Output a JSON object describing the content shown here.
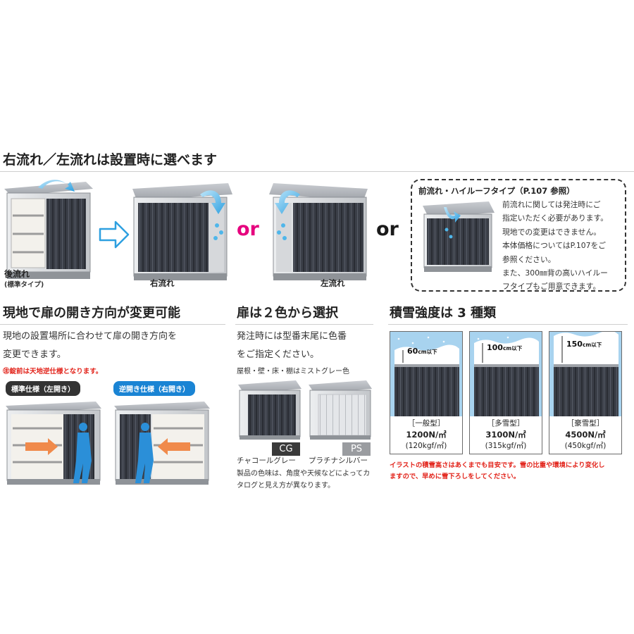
{
  "sections": {
    "flow": {
      "title": "右流れ／左流れは設置時に選べます",
      "back_caption": "後流れ",
      "back_sub": "(標準タイプ)",
      "right_caption": "右流れ",
      "left_caption": "左流れ",
      "or1": "or",
      "or2": "or",
      "callout_title": "前流れ・ハイルーフタイプ（P.107 参照）",
      "callout_lines": [
        "前流れに関しては発注時にご",
        "指定いただく必要があります。",
        "現地での変更はできません。",
        "本体価格についてはP.107をご",
        "参照ください。",
        "また、300㎜背の高いハイルー",
        "フタイプもご用意できます。"
      ]
    },
    "door": {
      "title": "現地で扉の開き方向が変更可能",
      "lines": [
        "現地の設置場所に合わせて扉の開き方向を",
        "変更できます。"
      ],
      "note": "㊟錠前は天地逆仕様となります。",
      "tag_standard": "標準仕様（左開き）",
      "tag_reverse": "逆開き仕様（右開き）"
    },
    "color": {
      "title": "扉は２色から選択",
      "lines": [
        "発注時には型番末尾に色番",
        "をご指定ください。"
      ],
      "sub": "屋根・壁・床・棚はミストグレー色",
      "cg_code": "CG",
      "ps_code": "PS",
      "cg_name": "チャコールグレー",
      "ps_name": "プラチナシルバー",
      "note_lines": [
        "製品の色味は、角度や天候などによってカ",
        "タログと見え方が異なります。"
      ]
    },
    "snow": {
      "title": "積雪強度は 3 種類",
      "cards": [
        {
          "depth": "60",
          "unit": "cm以下",
          "type": "［一般型］",
          "strength": "1200N/㎡",
          "kgf": "(120kgf/㎡)"
        },
        {
          "depth": "100",
          "unit": "cm以下",
          "type": "［多雪型］",
          "strength": "3100N/㎡",
          "kgf": "(315kgf/㎡)"
        },
        {
          "depth": "150",
          "unit": "cm以下",
          "type": "［豪雪型］",
          "strength": "4500N/㎡",
          "kgf": "(450kgf/㎡)"
        }
      ],
      "note_lines": [
        "イラストの積雪高さはあくまでも目安です。雪の比重や環境により変化し",
        "ますので、早めに雪下ろしをしてください。"
      ]
    }
  },
  "colors": {
    "charcoal": "#3b3f48",
    "silver": "#d7d9dc",
    "accent_blue": "#1a84d4",
    "or_pink": "#e6007e",
    "note_red": "#e2231a",
    "snow_sky": "#a8d3ef"
  }
}
